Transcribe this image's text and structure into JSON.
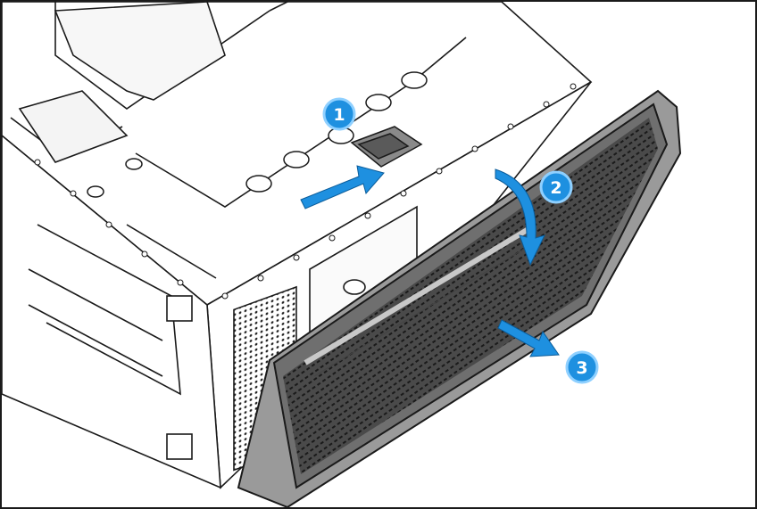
{
  "steps": [
    {
      "number": "1",
      "action": "press-release-latch"
    },
    {
      "number": "2",
      "action": "rotate-bezel-down"
    },
    {
      "number": "3",
      "action": "pull-bezel-away"
    }
  ],
  "colors": {
    "callout_fill": "#1e90e0",
    "callout_ring": "#8fd0ff",
    "arrow_fill": "#1e90e0",
    "outline": "#1a1a1a",
    "chassis_fill": "#ffffff",
    "bezel_fill": "#9a9a9a",
    "bezel_face": "#6f6f6f",
    "shadow": "#d9d9d9"
  },
  "icons": [
    "push-arrow-icon",
    "rotate-arrow-icon",
    "pull-arrow-icon"
  ]
}
